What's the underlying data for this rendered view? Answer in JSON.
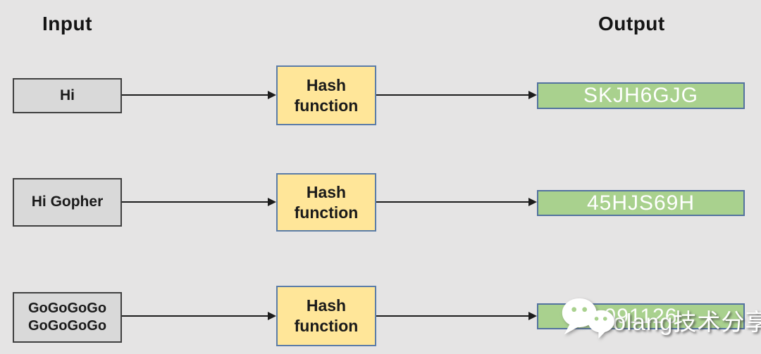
{
  "headers": {
    "input": "Input",
    "output": "Output"
  },
  "rows": [
    {
      "input": "Hi",
      "hash_label": "Hash\nfunction",
      "output": "SKJH6GJG"
    },
    {
      "input": "Hi Gopher",
      "hash_label": "Hash\nfunction",
      "output": "45HJS69H"
    },
    {
      "input": "GoGoGoGo\nGoGoGoGo",
      "hash_label": "Hash\nfunction",
      "output": "091126"
    }
  ],
  "watermark": {
    "text": "Golang技术分享",
    "icon": "wechat-icon"
  },
  "colors": {
    "background": "#E5E4E4",
    "input_fill": "#D9D9D9",
    "input_border": "#3F3F3F",
    "hash_fill": "#FFE699",
    "box_border": "#5B7CA8",
    "output_fill": "#A9D18E",
    "output_text": "#FFFFFF",
    "arrow": "#1C1C1C"
  }
}
